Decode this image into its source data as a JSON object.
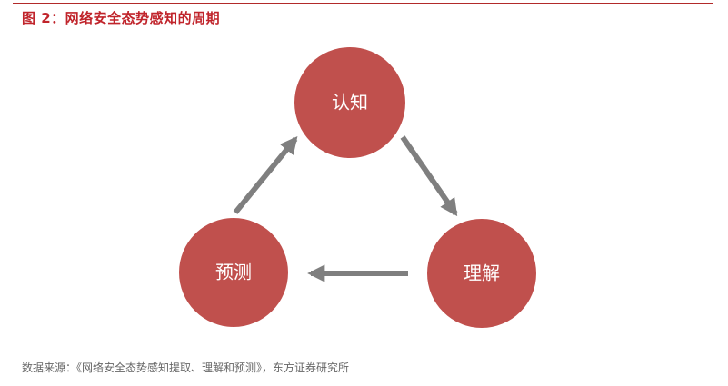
{
  "figure": {
    "title": "图 2：网络安全态势感知的周期",
    "source": "数据来源：《网络安全态势感知提取、理解和预测》，东方证券研究所"
  },
  "diagram": {
    "nodes": [
      {
        "id": "cognition",
        "label": "认知"
      },
      {
        "id": "understanding",
        "label": "理解"
      },
      {
        "id": "prediction",
        "label": "预测"
      }
    ],
    "edges": [
      {
        "from": "cognition",
        "to": "understanding"
      },
      {
        "from": "understanding",
        "to": "prediction"
      },
      {
        "from": "prediction",
        "to": "cognition"
      }
    ]
  },
  "colors": {
    "accent": "#c0242b",
    "node_fill": "#c0504d",
    "arrow": "#7f7f7f",
    "rule": "#b22a2a",
    "source_text": "#666666"
  }
}
